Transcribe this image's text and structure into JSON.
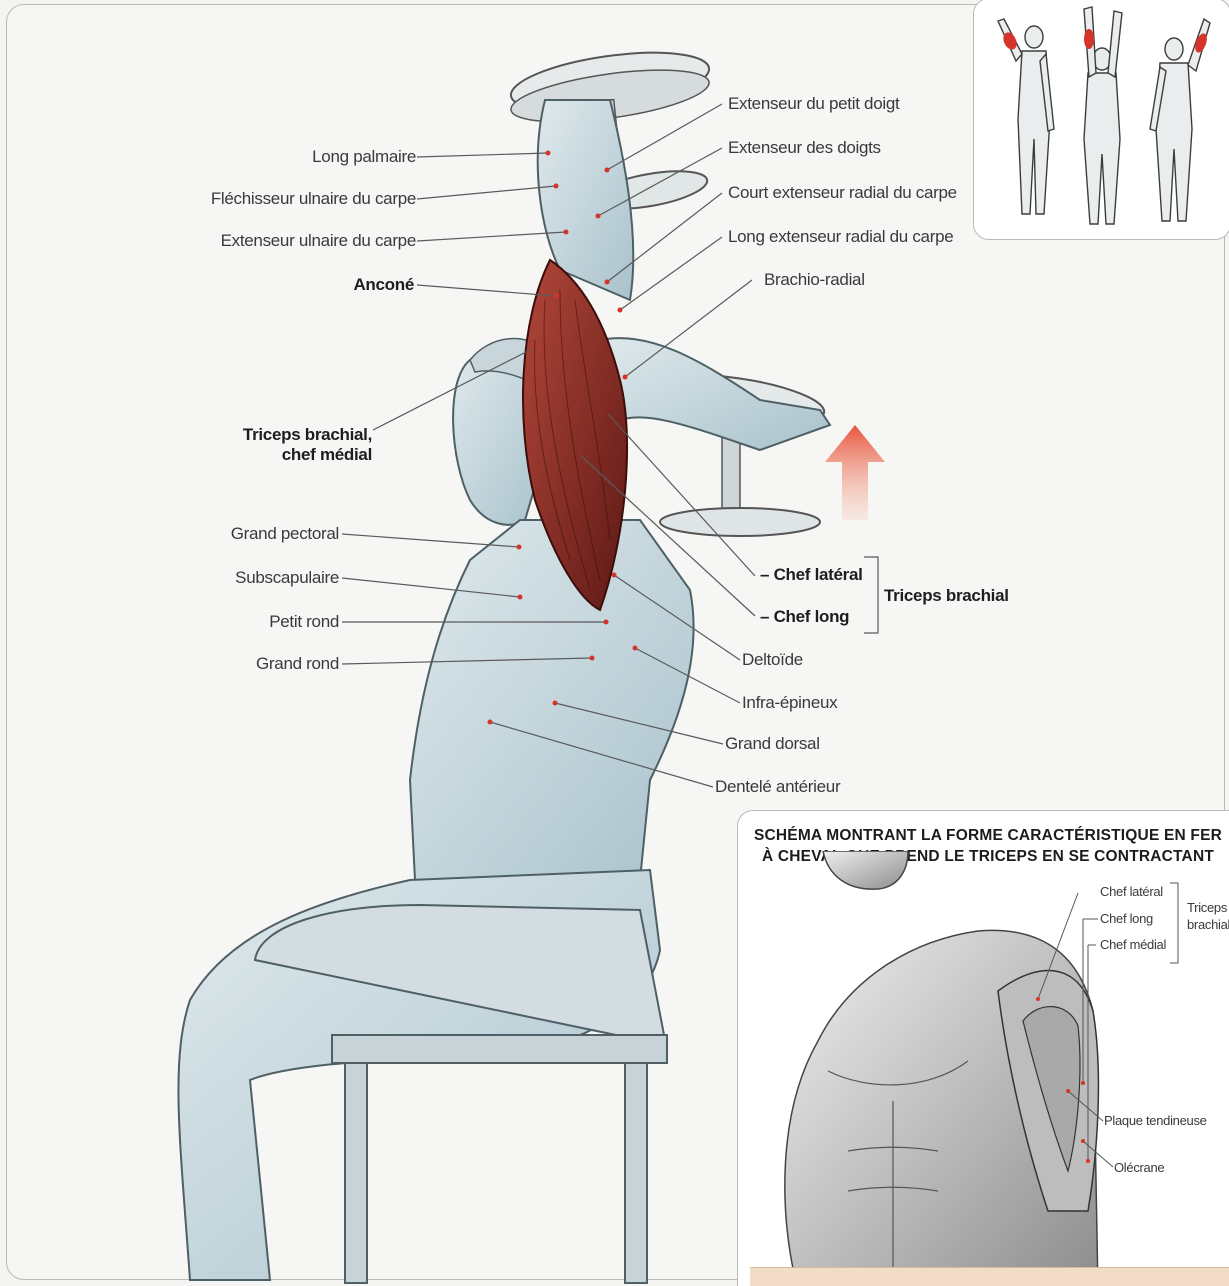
{
  "colors": {
    "muscle_red": "#8a2a24",
    "arrow_red": "#e8553c",
    "body_blue": "#b8cdd6",
    "line": "#5a5a5a"
  },
  "labels_left": [
    "Long palmaire",
    "Fléchisseur ulnaire du carpe",
    "Extenseur ulnaire du carpe",
    "Anconé",
    "Triceps brachial,",
    "chef médial",
    "Grand pectoral",
    "Subscapulaire",
    "Petit rond",
    "Grand rond"
  ],
  "labels_right": [
    "Extenseur du petit doigt",
    "Extenseur des doigts",
    "Court extenseur radial du carpe",
    "Long extenseur radial du carpe",
    "Brachio-radial",
    "– Chef latéral",
    "– Chef long",
    "Triceps brachial",
    "Deltoïde",
    "Infra-épineux",
    "Grand dorsal",
    "Dentelé antérieur"
  ],
  "inset": {
    "title": "SCHÉMA MONTRANT LA FORME CARACTÉRISTIQUE EN FER À CHEVAL QUE PREND LE TRICEPS EN SE CONTRACTANT",
    "labels": [
      "Chef latéral",
      "Chef long",
      "Chef médial",
      "Triceps",
      "brachial",
      "Plaque tendineuse",
      "Olécrane"
    ]
  },
  "icons": {
    "arrow": "up-arrow-icon",
    "thumbnail": "muscle-figures-thumbnail"
  }
}
